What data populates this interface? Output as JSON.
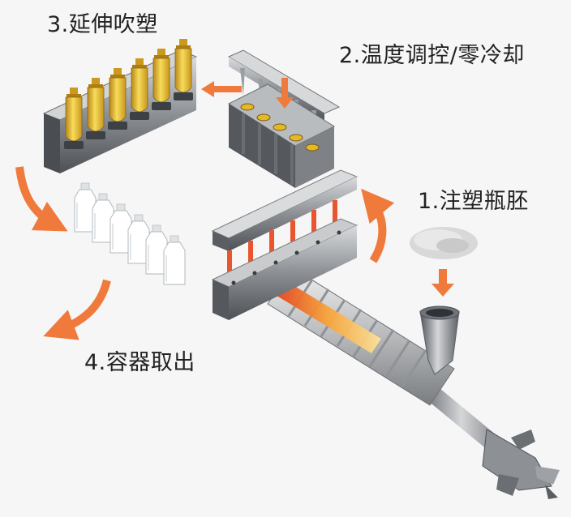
{
  "steps": [
    {
      "id": "injection",
      "label": "1.注塑瓶胚"
    },
    {
      "id": "conditioning",
      "label": "2.温度调控/零冷却"
    },
    {
      "id": "stretch-blow",
      "label": "3.延伸吹塑"
    },
    {
      "id": "ejection",
      "label": "4.容器取出"
    }
  ],
  "colors": {
    "arrow": "#f07a3c",
    "preform": "#e4b928",
    "steel_dark": "#5f6368",
    "steel_light": "#c5c8cb",
    "hot_rod": "#e9552e",
    "background": "#f6f6f6"
  }
}
